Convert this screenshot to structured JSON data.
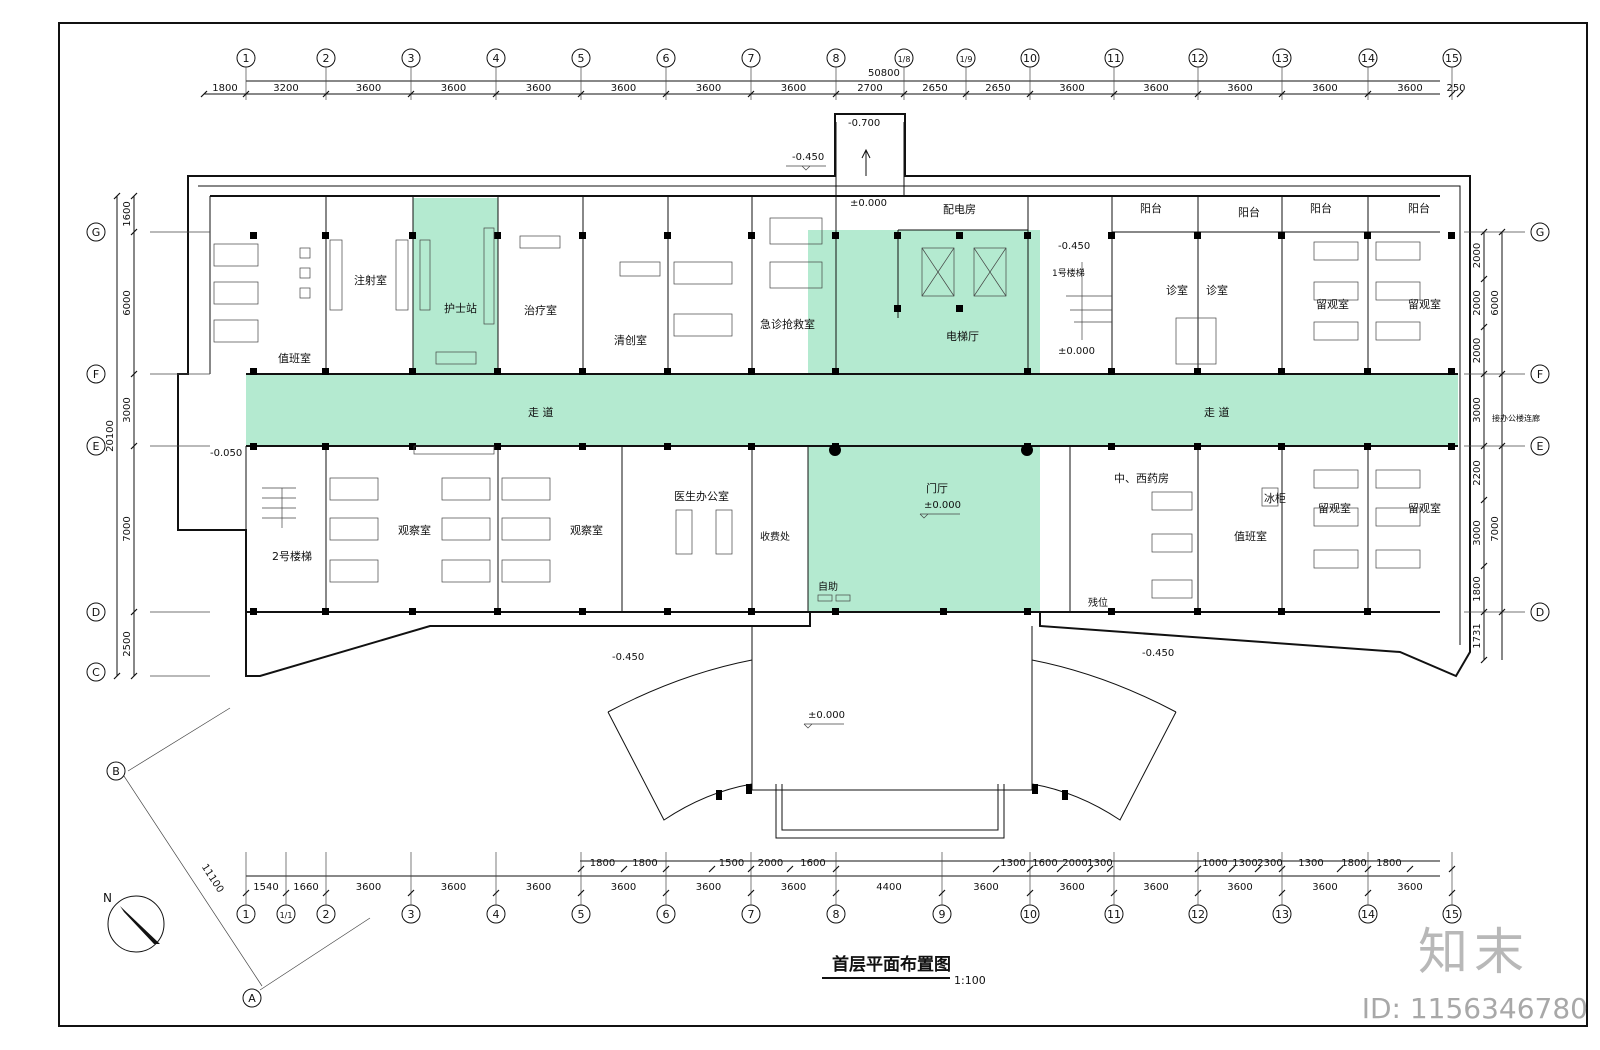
{
  "drawing": {
    "title": "首层平面布置图",
    "scale": "1:100",
    "total_dimension": "50800",
    "north_label": "N"
  },
  "colors": {
    "highlight": "#b4ead0",
    "line": "#111111"
  },
  "axes_top": [
    "1",
    "2",
    "3",
    "4",
    "5",
    "6",
    "7",
    "8",
    "1/8",
    "1/9",
    "10",
    "11",
    "12",
    "13",
    "14",
    "15"
  ],
  "axes_bottom": [
    "1",
    "1/1",
    "2",
    "3",
    "4",
    "5",
    "6",
    "7",
    "8",
    "9",
    "10",
    "11",
    "12",
    "13",
    "14",
    "15"
  ],
  "axes_left": [
    "G",
    "F",
    "E",
    "D",
    "C"
  ],
  "axes_right": [
    "G",
    "F",
    "E",
    "D"
  ],
  "axes_skew": [
    "B",
    "A"
  ],
  "dims_top": [
    "1800",
    "3200",
    "3600",
    "3600",
    "3600",
    "3600",
    "3600",
    "3600",
    "2700",
    "2650",
    "2650",
    "3600",
    "3600",
    "3600",
    "3600",
    "3600",
    "250"
  ],
  "dims_bottom_main": [
    "1540",
    "1660",
    "3600",
    "3600",
    "3600",
    "3600",
    "3600",
    "3600",
    "4400",
    "3600",
    "3600",
    "3600",
    "3600",
    "3600",
    "3600"
  ],
  "dims_bottom_sub": [
    "1800",
    "1800",
    "1500",
    "2000",
    "1600",
    "1300",
    "1600",
    "2000",
    "1300",
    "1000",
    "1300",
    "2300",
    "1300",
    "1800",
    "1800"
  ],
  "dims_left": [
    "1600",
    "6000",
    "3000",
    "20100",
    "7000",
    "2500"
  ],
  "dims_right": [
    "2000",
    "2000",
    "2000",
    "6000",
    "3000",
    "2200",
    "3000",
    "7000",
    "1800",
    "1731"
  ],
  "dim_skew": "11100",
  "rooms": {
    "duty": "值班室",
    "injection": "注射室",
    "nurse": "护士站",
    "treatment": "治疗室",
    "debridement": "清创室",
    "emergency": "急诊抢救室",
    "power": "配电房",
    "elevator_hall": "电梯厅",
    "stair1": "1号楼梯",
    "clinic_a": "诊室",
    "clinic_b": "诊室",
    "balcony_a": "阳台",
    "balcony_b": "阳台",
    "balcony_c": "阳台",
    "balcony_d": "阳台",
    "obs_ne_a": "留观室",
    "obs_ne_b": "留观室",
    "corridor_w": "走 道",
    "corridor_e": "走 道",
    "to_office": "接办公楼连廊",
    "stair2": "2号楼梯",
    "observation_a": "观察室",
    "observation_b": "观察室",
    "doctor_office": "医生办公室",
    "cashier": "收费处",
    "self_service": "自助",
    "lobby": "门厅",
    "pharmacy": "中、西药房",
    "fridge": "冰柜",
    "duty2": "值班室",
    "obs_se_a": "留观室",
    "obs_se_b": "留观室",
    "disabled": "残位"
  },
  "levels": {
    "ramp_top": "-0.700",
    "north_terrace": "-0.450",
    "entry_top": "±0.000",
    "stair1_a": "-0.450",
    "stair1_b": "±0.000",
    "west": "-0.050",
    "lobby": "±0.000",
    "plaza_w": "-0.450",
    "plaza_e": "-0.450",
    "canopy": "±0.000"
  },
  "watermark": {
    "logo": "知末",
    "id": "ID: 1156346780"
  }
}
